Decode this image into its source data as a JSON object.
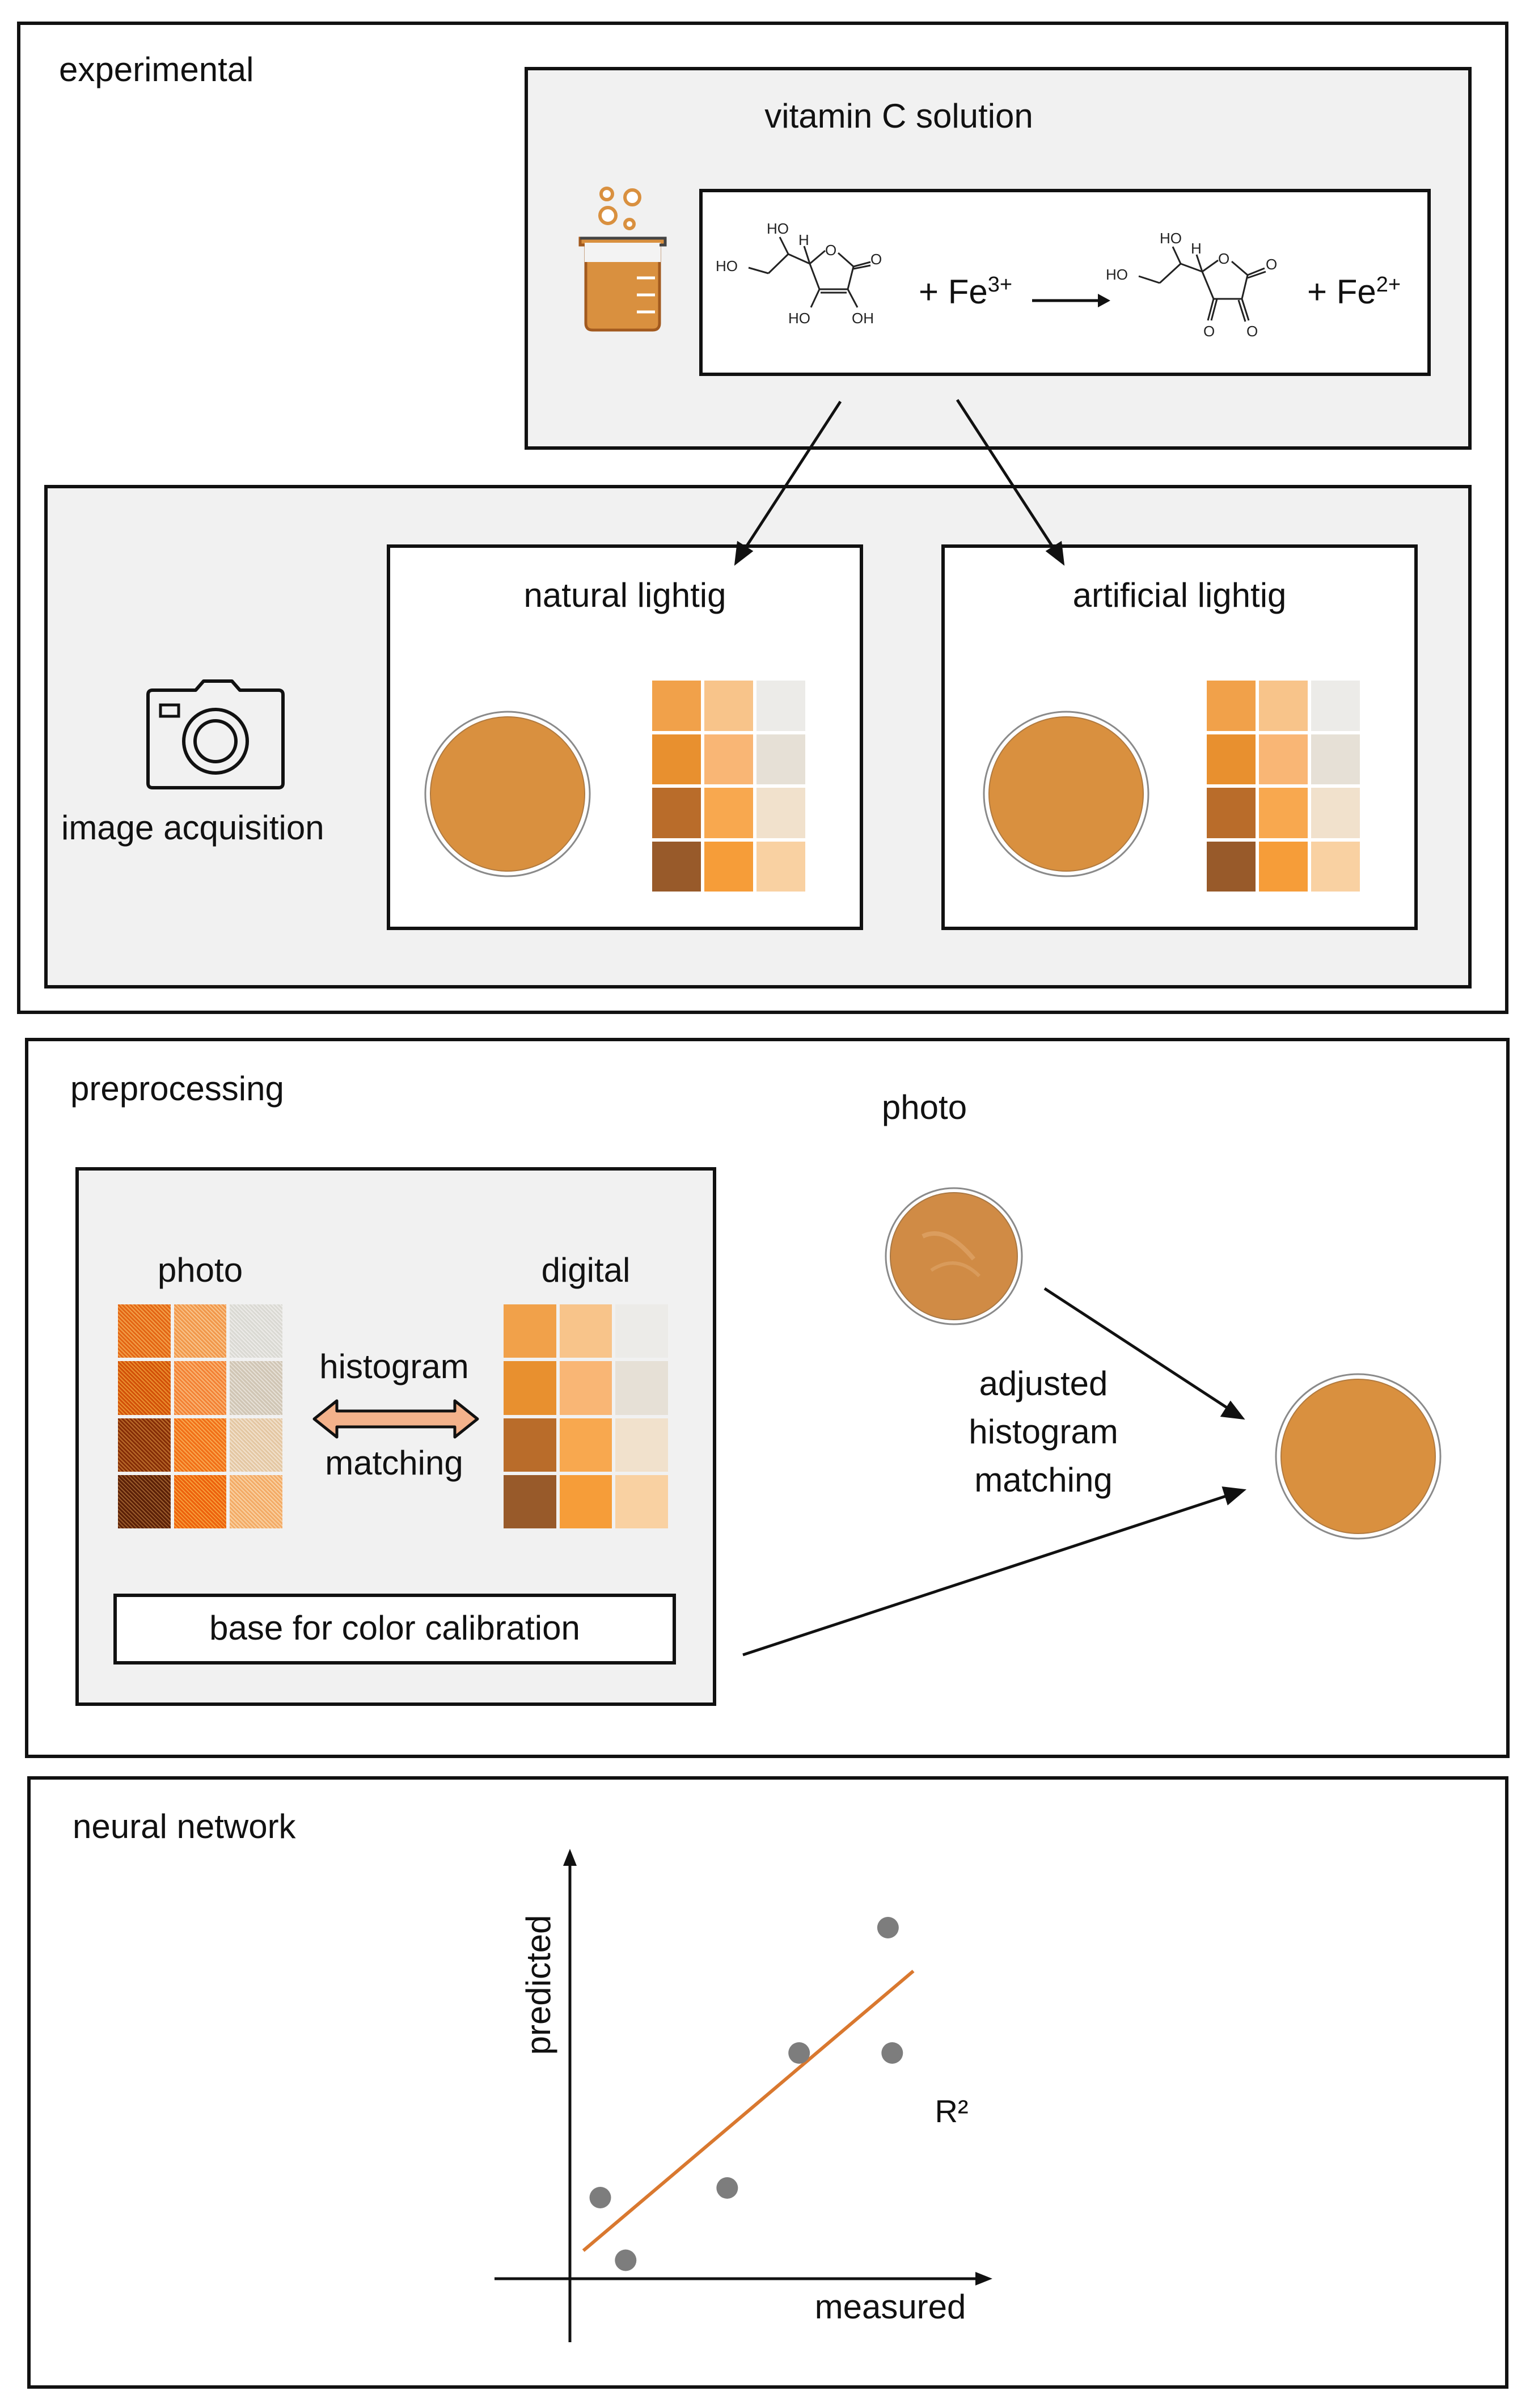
{
  "experimental": {
    "title": "experimental",
    "solution": {
      "title": "vitamin C solution",
      "reaction": {
        "reactant_text": "+ Fe",
        "reactant_sup": "3+",
        "product_text": "+ Fe",
        "product_sup": "2+",
        "molecule_labels": {
          "ho": "HO",
          "h": "H",
          "o": "O",
          "oh": "OH"
        }
      }
    },
    "acquisition": {
      "label": "image acquisition",
      "natural": {
        "title": "natural lightig"
      },
      "artificial": {
        "title": "artificial lightig"
      }
    }
  },
  "preprocessing": {
    "title": "preprocessing",
    "photo_label": "photo",
    "digital_label": "digital",
    "histogram_line1": "histogram",
    "histogram_line2": "matching",
    "base_label": "base for color calibration",
    "right_photo_label": "photo",
    "adjusted_line1": "adjusted",
    "adjusted_line2": "histogram",
    "adjusted_line3": "matching"
  },
  "neural_network": {
    "title": "neural network"
  },
  "colors": {
    "sample_orange": "#d9903f",
    "swatches": [
      [
        "#f1a14a",
        "#f8c48a",
        "#ecebe8"
      ],
      [
        "#e8902f",
        "#f9b675",
        "#e6e0d6"
      ],
      [
        "#b96c2a",
        "#f8a84f",
        "#f1e1cc"
      ],
      [
        "#985a2a",
        "#f69d39",
        "#f9d1a2"
      ]
    ],
    "fit_line": "#d9782f",
    "points": "#7d7d7d",
    "arrow_fill": "#f3b28b"
  },
  "chart_data": {
    "type": "scatter",
    "title": "",
    "xlabel": "measured",
    "ylabel": "predicted",
    "annotation": "R²",
    "points": [
      {
        "x": 1.6,
        "y": 1.2
      },
      {
        "x": 1.0,
        "y": 2.5
      },
      {
        "x": 4.0,
        "y": 2.7
      },
      {
        "x": 5.7,
        "y": 5.5
      },
      {
        "x": 7.9,
        "y": 5.5
      },
      {
        "x": 7.8,
        "y": 8.1
      }
    ],
    "fit_line": [
      {
        "x": 0.6,
        "y": 1.4
      },
      {
        "x": 8.4,
        "y": 7.2
      }
    ],
    "xlim": [
      -1.5,
      10
    ],
    "ylim": [
      -0.5,
      9.5
    ]
  }
}
